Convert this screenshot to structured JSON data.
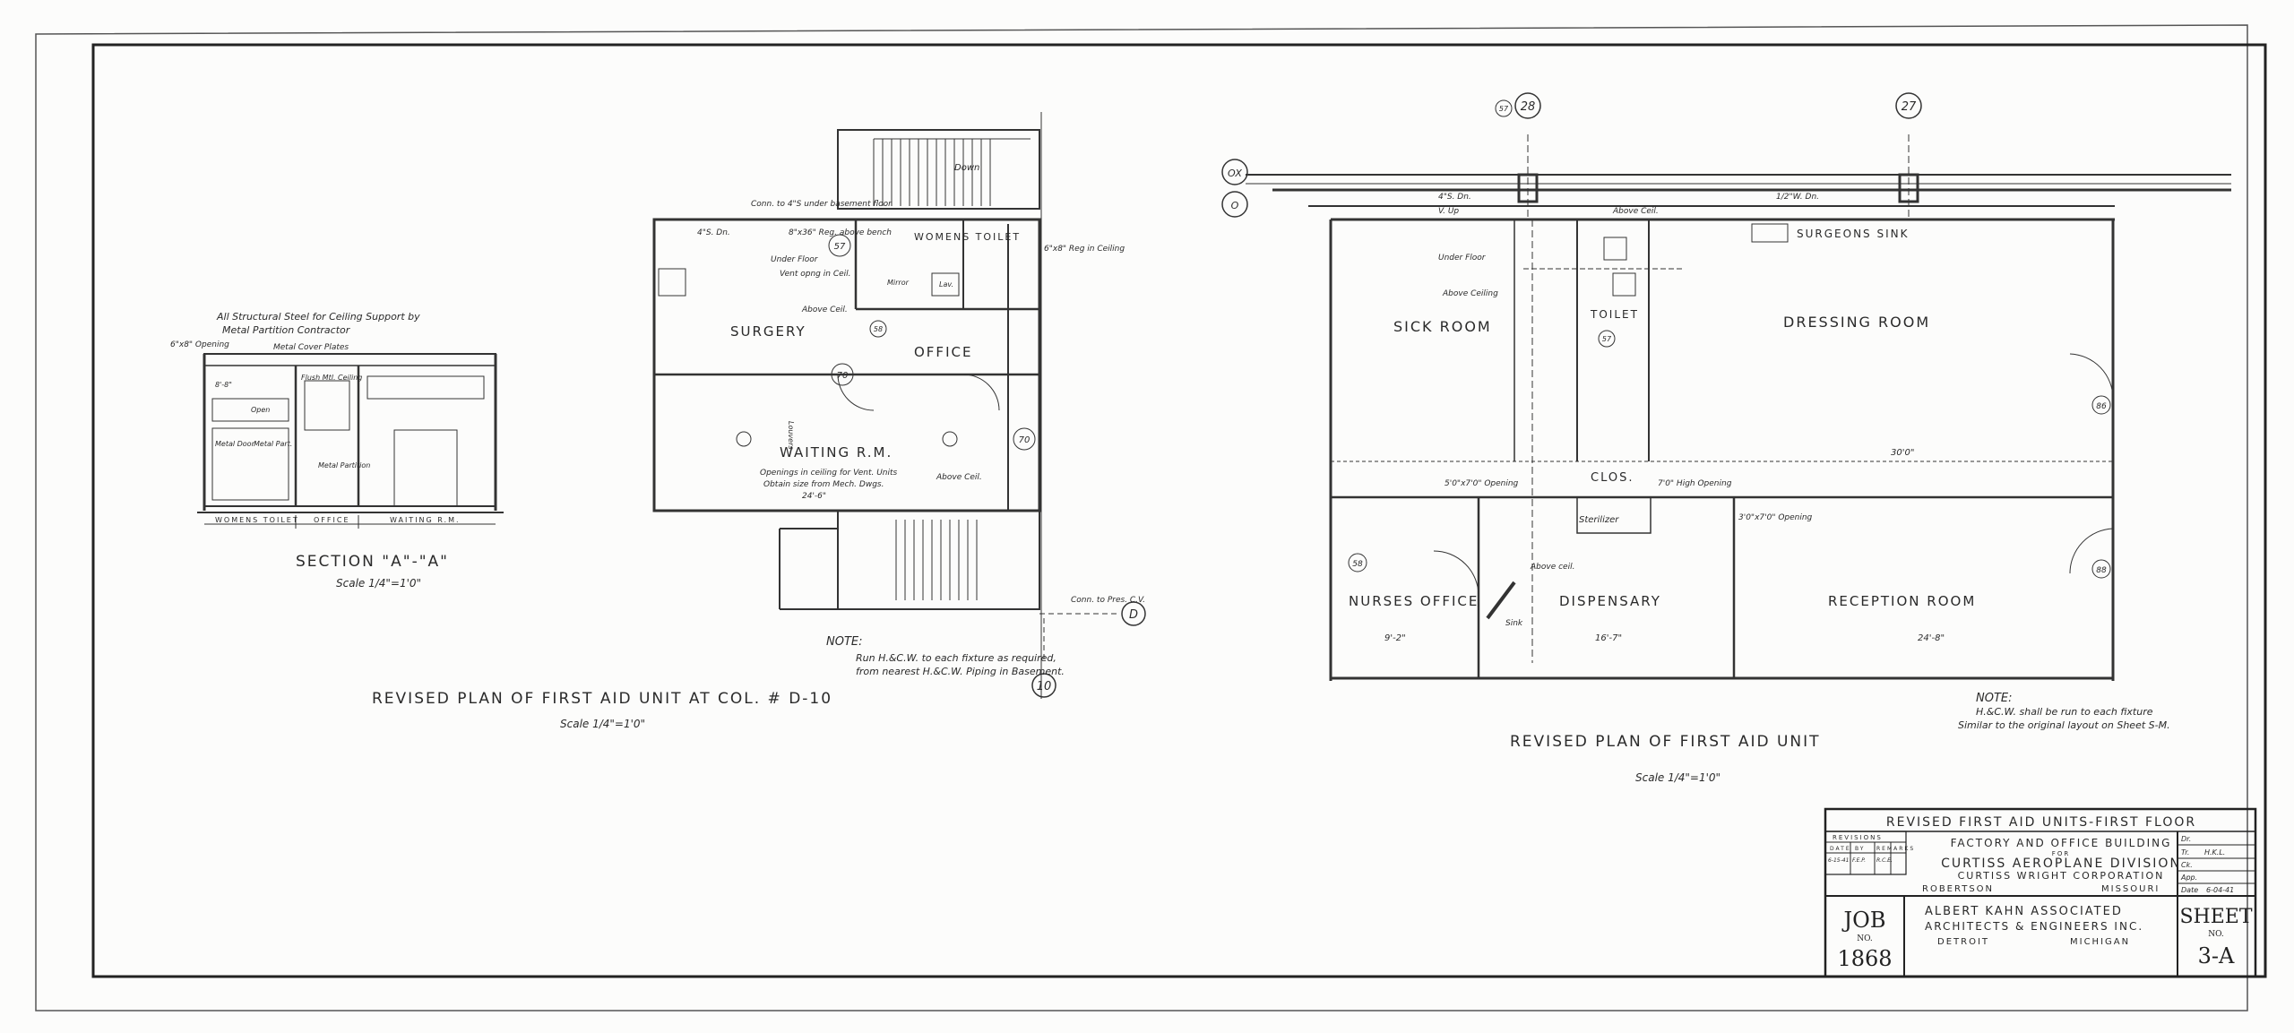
{
  "section_aa": {
    "notes": [
      "All Structural Steel for Ceiling Support by",
      "Metal Partition Contractor"
    ],
    "labels": [
      "6\"x8\" Opening",
      "Metal Cover Plates",
      "Flush Mtl. Ceiling",
      "Metal Door",
      "Metal Part.",
      "Metal Partition",
      "Open",
      "8'-8\"",
      "WOMENS TOILET",
      "OFFICE",
      "WAITING R.M."
    ],
    "title": "SECTION \"A\"-\"A\"",
    "scale": "Scale 1/4\"=1'0\""
  },
  "plan_d10": {
    "rooms": [
      "SURGERY",
      "OFFICE",
      "WAITING R.M.",
      "WOMENS TOILET"
    ],
    "labels": [
      "Conn. to 4\"S under basement floor",
      "4\"S. Dn.",
      "8\"x36\" Reg. above bench",
      "Under Floor",
      "Vent opng in Ceil.",
      "Above Ceil.",
      "Mirror",
      "Lav.",
      "6\"x8\" Reg in Ceiling",
      "Down",
      "Openings in ceiling for Vent. Units",
      "Obtain size from Mech. Dwgs.",
      "24'-6\"",
      "Above Ceil.",
      "Conn. to Pres. C.V.",
      "Louvers"
    ],
    "tags": [
      "57",
      "58",
      "70",
      "70"
    ],
    "grid": [
      "D",
      "10"
    ],
    "note_title": "NOTE:",
    "note": [
      "Run H.&C.W. to each fixture as required,",
      "from nearest H.&C.W. Piping in Basement."
    ],
    "title": "REVISED PLAN OF FIRST AID UNIT AT COL. # D-10",
    "scale": "Scale 1/4\"=1'0\""
  },
  "plan_main": {
    "rooms": [
      "SICK ROOM",
      "TOILET",
      "DRESSING ROOM",
      "SURGEONS SINK",
      "CLOS.",
      "NURSES OFFICE",
      "DISPENSARY",
      "RECEPTION ROOM"
    ],
    "labels": [
      "4\"S. Dn.",
      "V. Up",
      "Above Ceil.",
      "Under Floor",
      "Above Ceiling",
      "Sterilizer",
      "5'0\"x7'0\" Opening",
      "7'0\" High Opening",
      "3'0\"x7'0\" Opening",
      "Above ceil.",
      "Sink",
      "1/2\"W. Dn.",
      "30'0\"",
      "24'-8\"",
      "16'-7\"",
      "9'-2\""
    ],
    "tags": [
      "57",
      "57",
      "58",
      "86",
      "88"
    ],
    "grid_cols": [
      "28",
      "27"
    ],
    "grid_rows": [
      "OX",
      "O"
    ],
    "note_title": "NOTE:",
    "note": [
      "H.&C.W. shall be run to each fixture",
      "Similar to the original layout on Sheet S-M."
    ],
    "title": "REVISED PLAN OF FIRST AID UNIT",
    "scale": "Scale 1/4\"=1'0\""
  },
  "title_block": {
    "sheet_title": "REVISED FIRST AID UNITS-FIRST FLOOR",
    "building": "FACTORY AND OFFICE BUILDING",
    "for": "FOR",
    "division": "CURTISS AEROPLANE DIVISION",
    "corporation": "CURTISS WRIGHT CORPORATION",
    "city": "ROBERTSON",
    "state": "MISSOURI",
    "revisions_label": "REVISIONS",
    "rev_headers": [
      "DATE",
      "BY",
      "REMARKS"
    ],
    "rev_row": [
      "6-15-41",
      "F.E.P.",
      "R.C.E."
    ],
    "sign_labels": [
      "Dr.",
      "Tr.",
      "Ck.",
      "App.",
      "Date"
    ],
    "sign_values": [
      "",
      "H.K.L.",
      "",
      "",
      "6-04-41"
    ],
    "architect": "ALBERT KAHN ASSOCIATED",
    "architect_line2": "ARCHITECTS & ENGINEERS INC.",
    "arch_city": "DETROIT",
    "arch_state": "MICHIGAN",
    "job_label": "JOB",
    "job_no_label": "NO.",
    "job_number": "1868",
    "sheet_label": "SHEET",
    "sheet_no_label": "NO.",
    "sheet_number": "3-A"
  }
}
